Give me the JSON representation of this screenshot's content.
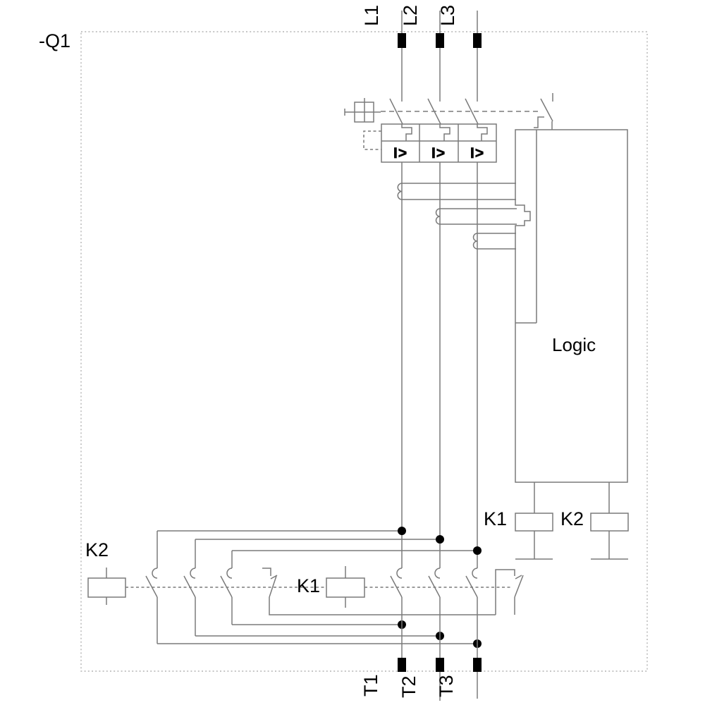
{
  "schematic": {
    "device_tag": "-Q1",
    "supply_terminals": [
      "L1",
      "L2",
      "L3"
    ],
    "load_terminals": [
      "T1",
      "T2",
      "T3"
    ],
    "breaker": {
      "overcurrent_symbol": "I>"
    },
    "logic_unit": {
      "label": "Logic",
      "output_coils": [
        "K1",
        "K2"
      ]
    },
    "contactors": {
      "main": "K1",
      "reversing": "K2"
    },
    "colors": {
      "line": "#7a7a7a",
      "text": "#000000",
      "terminal_fill": "#000000",
      "border": "#b4b4b4"
    }
  }
}
